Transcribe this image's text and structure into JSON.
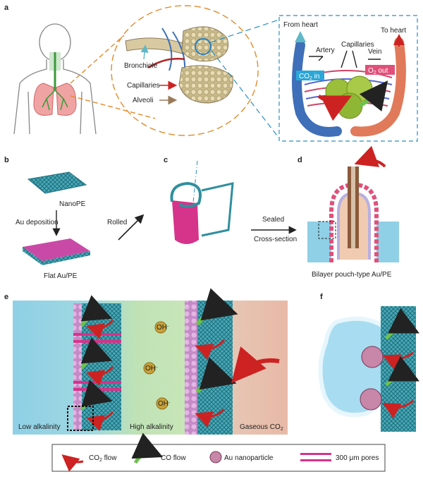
{
  "panels": {
    "a": "a",
    "b": "b",
    "c": "c",
    "d": "d",
    "e": "e",
    "f": "f"
  },
  "panel_a": {
    "bronchiole": "Bronchiole",
    "capillaries": "Capillaries",
    "alveoli": "Alveoli",
    "from_heart": "From heart",
    "to_heart": "To heart",
    "artery": "Artery",
    "capillaries_detail": "Capillaries",
    "vein": "Vein",
    "co2_in_main": "CO",
    "co2_in_sub": "2",
    "co2_in_end": " in",
    "o2_out_main": "O",
    "o2_out_sub": "2",
    "o2_out_end": " out"
  },
  "panel_b": {
    "nanope": "NanoPE",
    "au_deposition": "Au deposition",
    "flat": "Flat Au/PE"
  },
  "panel_c": {
    "rolled": "Rolled"
  },
  "panel_d": {
    "sealed": "Sealed",
    "cross_section": "Cross-section",
    "caption": "Bilayer pouch-type Au/PE"
  },
  "panel_e": {
    "low": "Low alkalinity",
    "high": "High alkalinity",
    "gaseous_main": "Gaseous CO",
    "gaseous_sub": "2",
    "oh_main": "OH",
    "oh_sup": "−"
  },
  "legend": {
    "co2_main": "CO",
    "co2_sub": "2",
    "co2_end": " flow",
    "co": "CO flow",
    "au": "Au nanoparticle",
    "pores": "300 μm pores"
  },
  "colors": {
    "pink": "#d6338a",
    "green": "#6cc24a",
    "red": "#cc2222",
    "blue": "#8fd0e6",
    "teal": "#2f8f9d"
  }
}
